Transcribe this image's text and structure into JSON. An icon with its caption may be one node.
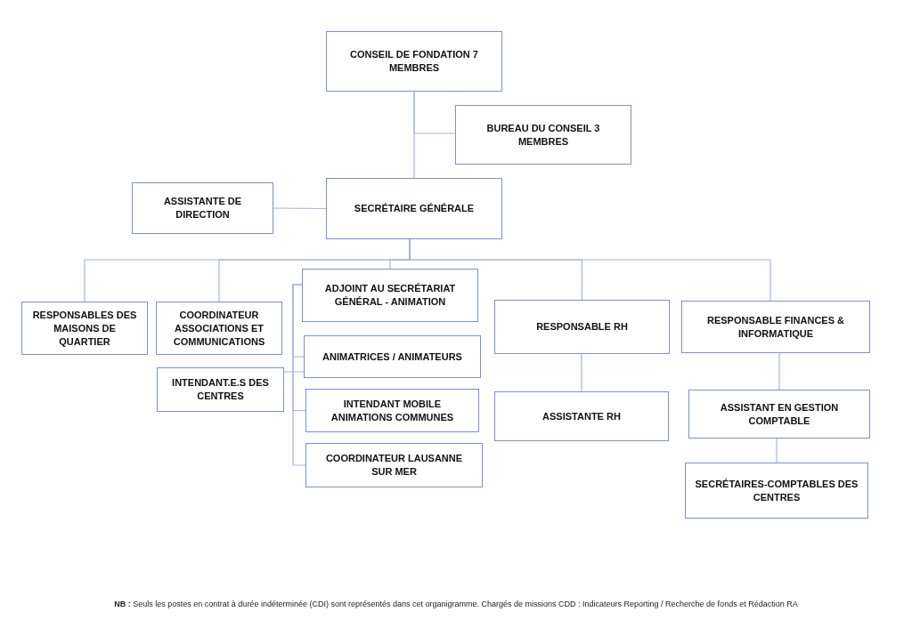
{
  "diagram": {
    "nodes": [
      {
        "text": [
          "CONSEIL DE FONDATION 7 MEMBRES"
        ]
      },
      {
        "text": [
          "BUREAU DU CONSEIL 3 MEMBRES"
        ]
      },
      {
        "text": [
          "ASSISTANTE DE DIRECTION"
        ]
      },
      {
        "text": [
          "SECRÉTAIRE GÉNÉRALE"
        ]
      },
      {
        "text": [
          "RESPONSABLES DES MAISONS DE QUARTIER"
        ]
      },
      {
        "text": [
          "COORDINATEUR ASSOCIATIONS ET COMMUNICATIONS"
        ]
      },
      {
        "text": [
          "ADJOINT AU SECRÉTARIAT GÉNÉRAL - ANIMATION"
        ]
      },
      {
        "text": [
          "ANIMATRICES / ANIMATEURS"
        ]
      },
      {
        "text": [
          "INTENDANT.E.S DES CENTRES"
        ]
      },
      {
        "text": [
          "INTENDANT MOBILE ANIMATIONS COMMUNES"
        ]
      },
      {
        "text": [
          "COORDINATEUR LAUSANNE SUR MER"
        ]
      },
      {
        "text": [
          "RESPONSABLE RH"
        ]
      },
      {
        "text": [
          "ASSISTANTE RH"
        ]
      },
      {
        "text": [
          "RESPONSABLE FINANCES & INFORMATIQUE"
        ]
      },
      {
        "text": [
          "ASSISTANT EN GESTION COMPTABLE"
        ]
      },
      {
        "text": [
          "SECRÉTAIRES-COMPTABLES DES CENTRES"
        ]
      }
    ],
    "edges": [
      {
        "from": 0,
        "to": 3,
        "arrow": "none"
      },
      {
        "from": 0,
        "to": 1,
        "arrow": "none"
      },
      {
        "from": 2,
        "to": 3,
        "arrow": "none"
      },
      {
        "from": 3,
        "to": 4,
        "arrow": "none"
      },
      {
        "from": 3,
        "to": 5,
        "arrow": "none"
      },
      {
        "from": 3,
        "to": 6,
        "arrow": "none"
      },
      {
        "from": 3,
        "to": 11,
        "arrow": "none"
      },
      {
        "from": 3,
        "to": 13,
        "arrow": "none"
      },
      {
        "from": 6,
        "to": 7,
        "arrow": "none"
      },
      {
        "from": 6,
        "to": 9,
        "arrow": "none"
      },
      {
        "from": 6,
        "to": 10,
        "arrow": "none"
      },
      {
        "from": 8,
        "to": 7,
        "arrow": "none"
      },
      {
        "from": 11,
        "to": 12,
        "arrow": "none"
      },
      {
        "from": 13,
        "to": 14,
        "arrow": "none"
      },
      {
        "from": 14,
        "to": 15,
        "arrow": "none"
      }
    ],
    "labels": [
      "**NB :** Seuls les postes en contrat à durée indéterminée (CDI) sont représentés dans cet organigramme. Chargés de missions CDD : Indicateurs Reporting / Recherche de fonds et Rédaction RA"
    ]
  }
}
